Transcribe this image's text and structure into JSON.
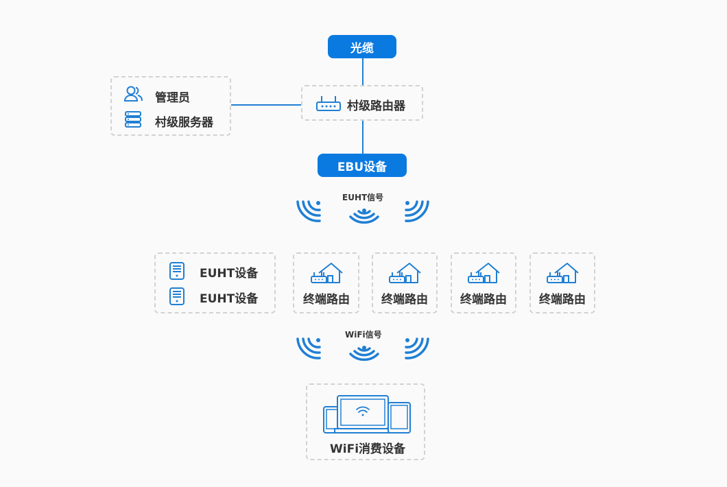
{
  "nodes": {
    "fiber": "光缆",
    "village_router": "村级路由器",
    "ebu": "EBU设备",
    "wifi_consumer": "WiFi消费设备"
  },
  "admin_box": {
    "admin": "管理员",
    "server": "村级服务器"
  },
  "signals": {
    "euht": "EUHT信号",
    "wifi": "WiFi信号"
  },
  "euht_devices": [
    "EUHT设备",
    "EUHT设备"
  ],
  "terminal_routers": [
    "终端路由",
    "终端路由",
    "终端路由",
    "终端路由"
  ],
  "colors": {
    "accent": "#0a7ae0",
    "line": "#1f7fd4",
    "icon": "#1f7fd4",
    "dash": "#d2d2d2"
  }
}
